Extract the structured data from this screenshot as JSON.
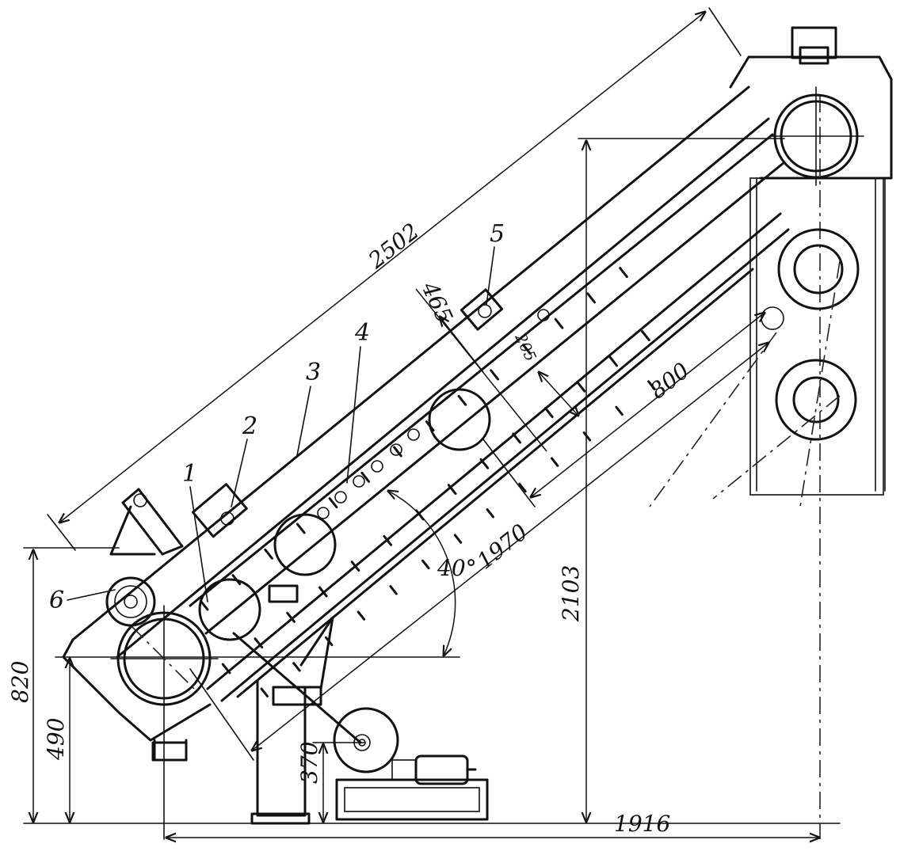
{
  "dimensions": {
    "overall_length": "2502",
    "span_1970": "1970",
    "span_800": "800",
    "span_465": "465",
    "span_205": "205",
    "height_2103": "2103",
    "height_820": "820",
    "height_490": "490",
    "height_370": "370",
    "base_1916": "1916",
    "angle": "40°"
  },
  "parts": {
    "p1": "1",
    "p2": "2",
    "p3": "3",
    "p4": "4",
    "p5": "5",
    "p6": "6"
  }
}
